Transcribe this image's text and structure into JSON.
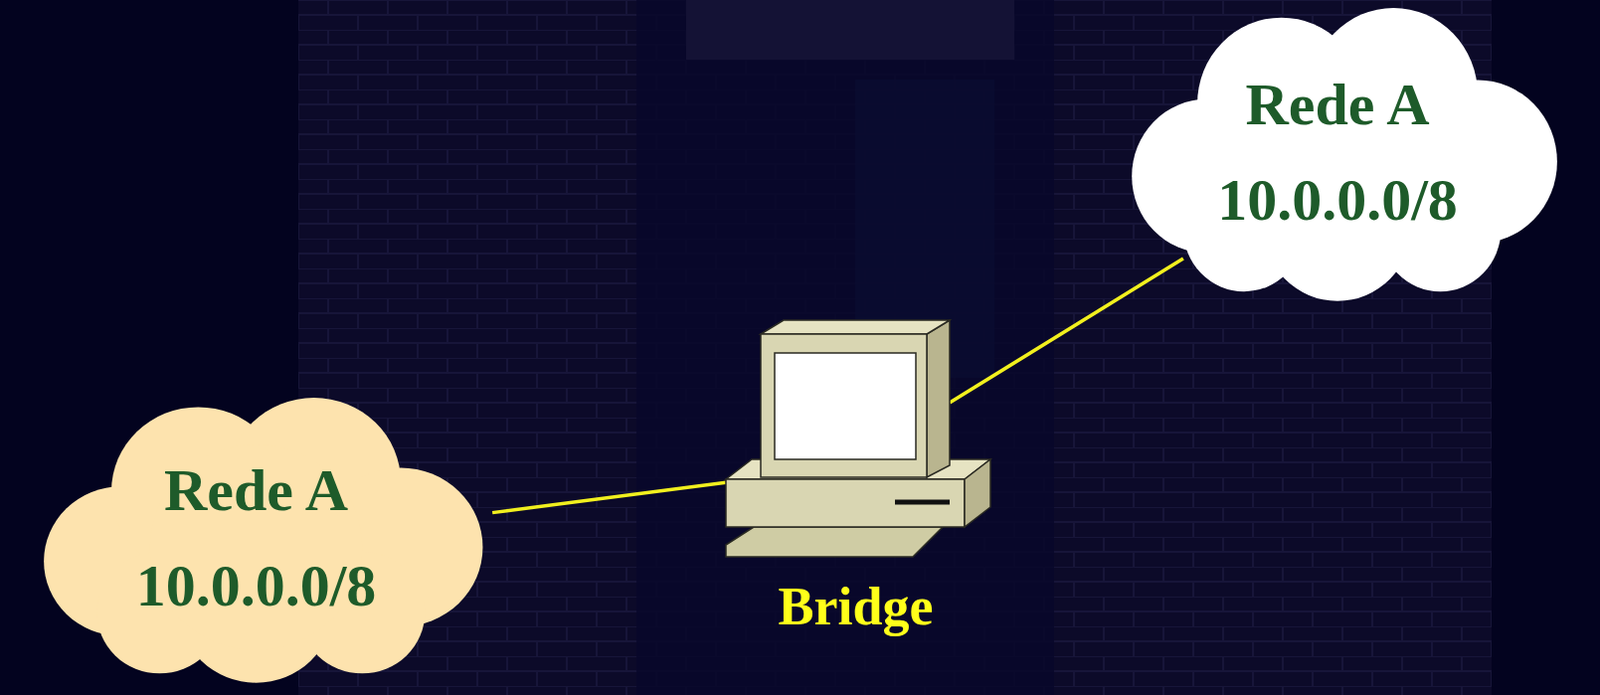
{
  "diagram": {
    "nodes": [
      {
        "text": [
          "Rede A",
          "10.0.0.0/8"
        ]
      },
      {
        "text": [
          "Bridge"
        ]
      },
      {
        "text": [
          "Rede A",
          "10.0.0.0/8"
        ]
      }
    ],
    "edges": [
      {
        "from": 1,
        "to": 0,
        "arrow": "none"
      },
      {
        "from": 1,
        "to": 2,
        "arrow": "none"
      }
    ]
  }
}
